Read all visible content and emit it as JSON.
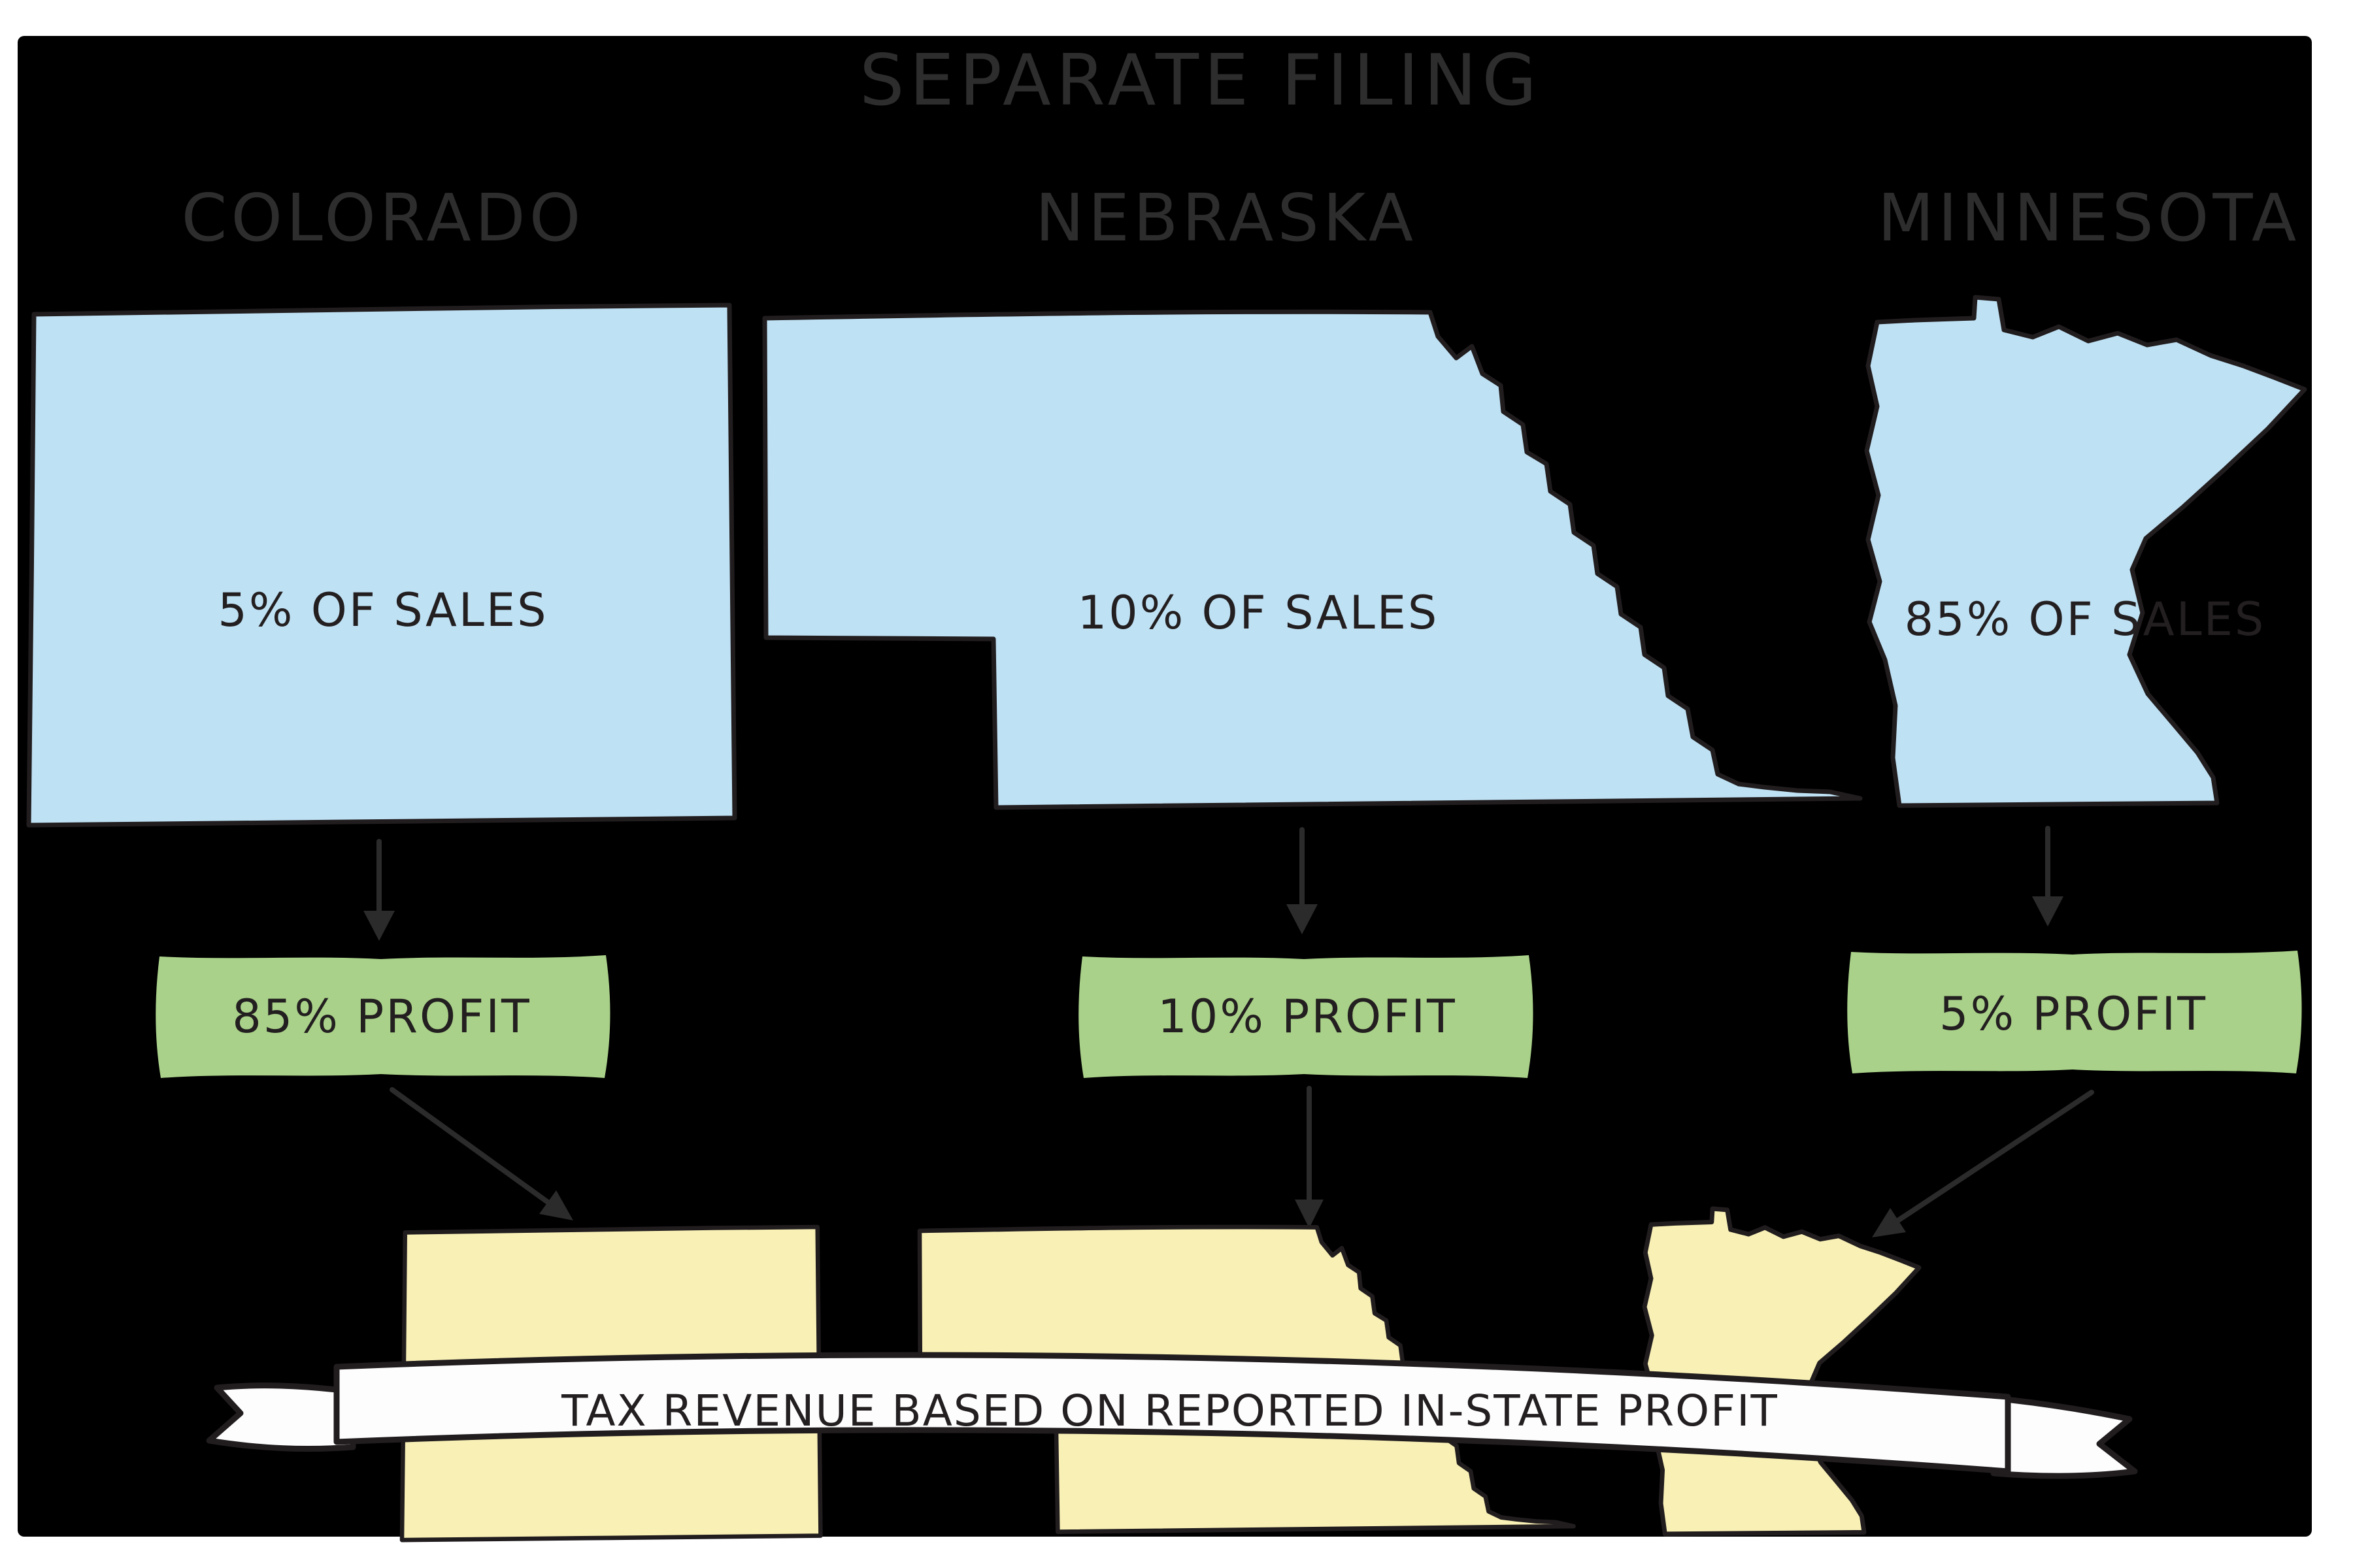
{
  "title": "SEPARATE FILING",
  "columns": [
    {
      "state": "COLORADO",
      "sales_label": "5% OF SALES",
      "profit_label": "85% PROFIT"
    },
    {
      "state": "NEBRASKA",
      "sales_label": "10% OF SALES",
      "profit_label": "10% PROFIT"
    },
    {
      "state": "MINNESOTA",
      "sales_label": "85% OF SALES",
      "profit_label": "5% PROFIT"
    }
  ],
  "ribbon_label": "TAX REVENUE BASED ON REPORTED IN-STATE PROFIT",
  "colors": {
    "canvas_black": "#000000",
    "state_blue": "#bfe1f4",
    "profit_green": "#a9d189",
    "revenue_yellow": "#f9f0b6",
    "heading_gray": "#2d2d2d",
    "ink": "#231f20"
  }
}
